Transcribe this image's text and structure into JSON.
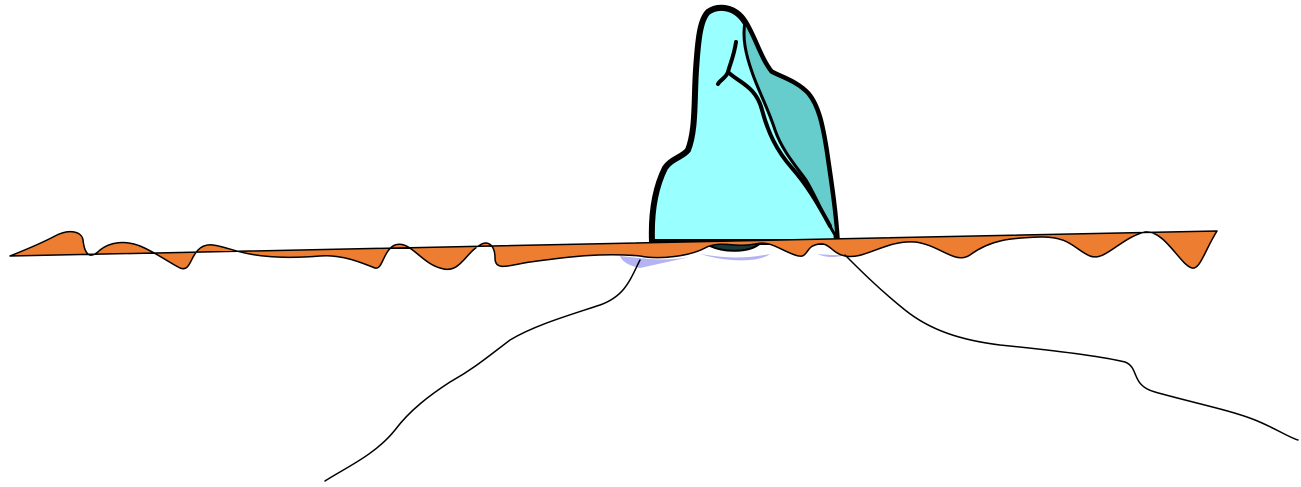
{
  "scene": {
    "elements": [
      "iceberg-tip",
      "water-surface-line",
      "submerged-iceberg-outline"
    ],
    "colors": {
      "background": "#ffffff",
      "iceberg_light": "#99ffff",
      "iceberg_shadow": "#66cccc",
      "outline": "#000000",
      "water_band": "#ed7d31",
      "reflection": "#b4b4f5"
    }
  }
}
